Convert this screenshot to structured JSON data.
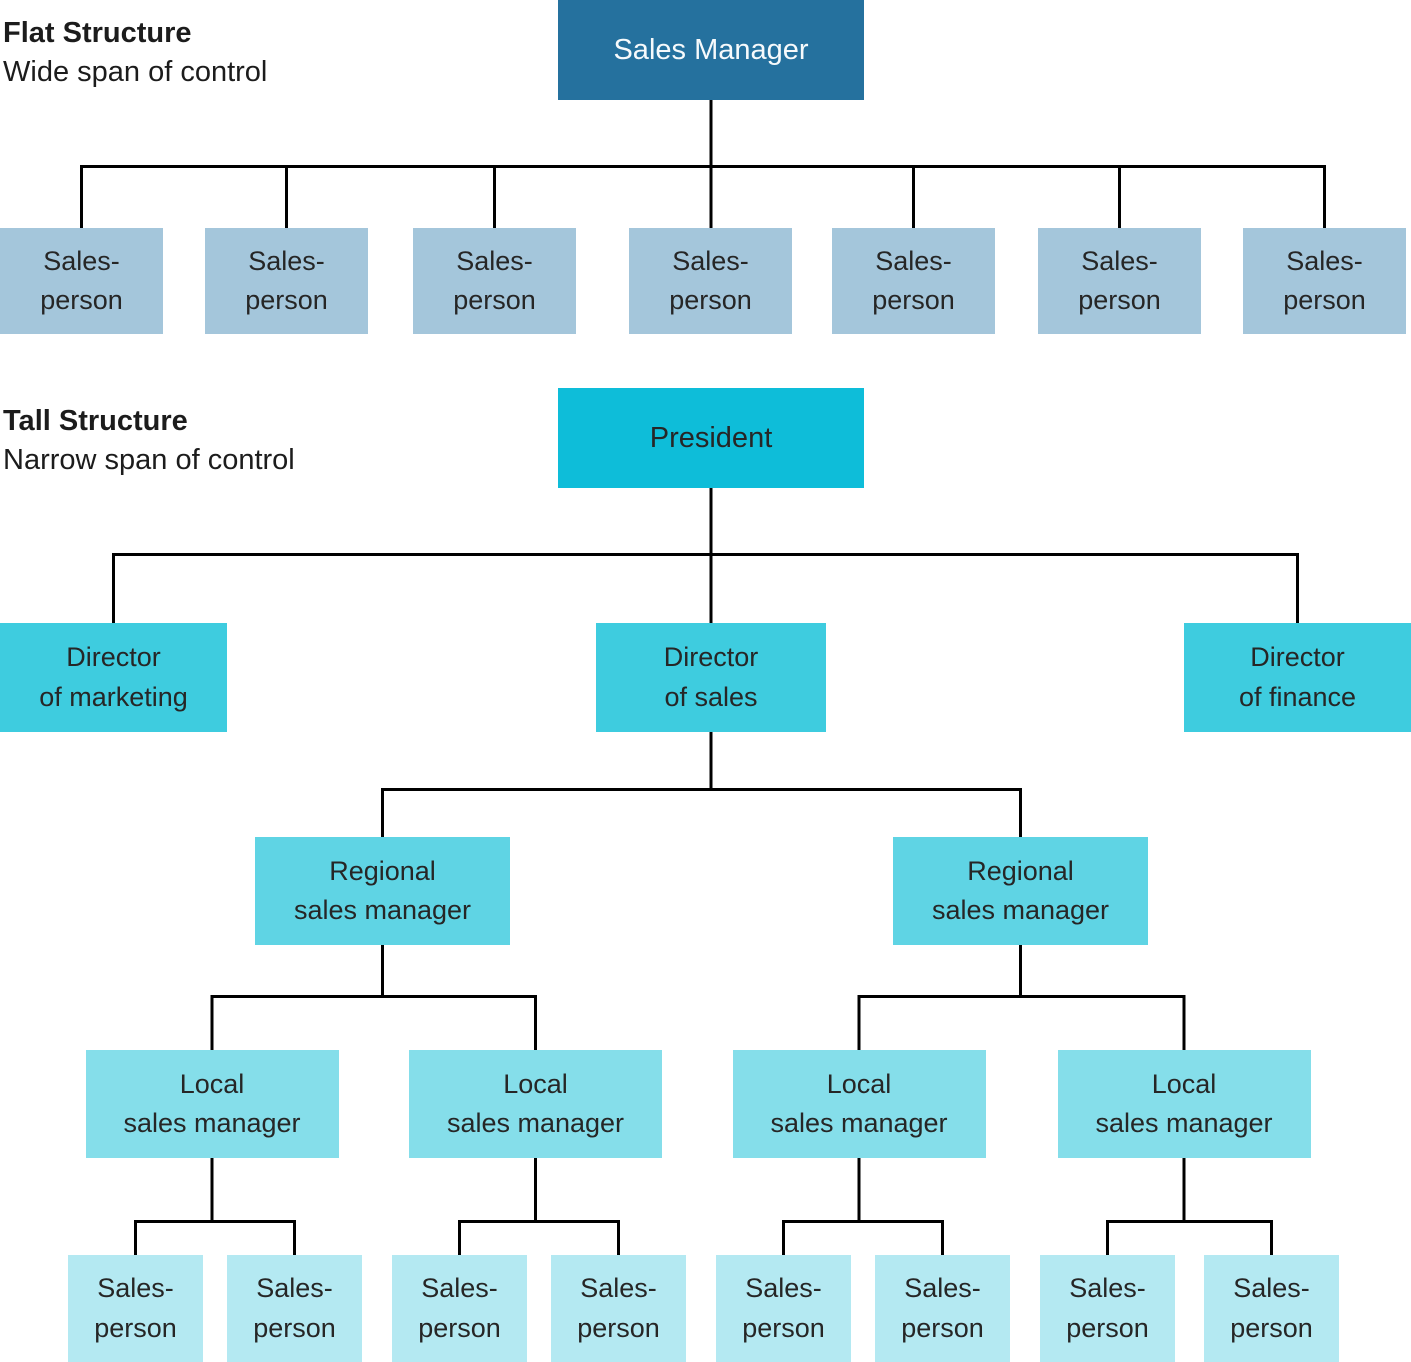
{
  "colors": {
    "flat_root_bg": "#25719E",
    "flat_root_text": "#FFFFFF",
    "flat_child_bg": "#A4C6DB",
    "president_bg": "#0EBDD9",
    "director_bg": "#3ECCDF",
    "regional_bg": "#5FD4E4",
    "local_bg": "#85DEEA",
    "salesperson_bg": "#B4E9F2",
    "box_text_dark": "#262626",
    "connector_line": "#000000"
  },
  "flat_structure": {
    "title": "Flat Structure",
    "subtitle": "Wide span of control",
    "root": {
      "label": "Sales Manager"
    },
    "children": [
      {
        "label": "Sales-\nperson"
      },
      {
        "label": "Sales-\nperson"
      },
      {
        "label": "Sales-\nperson"
      },
      {
        "label": "Sales-\nperson"
      },
      {
        "label": "Sales-\nperson"
      },
      {
        "label": "Sales-\nperson"
      },
      {
        "label": "Sales-\nperson"
      }
    ]
  },
  "tall_structure": {
    "title": "Tall Structure",
    "subtitle": "Narrow span of control",
    "root": {
      "label": "President"
    },
    "directors": [
      {
        "label": "Director\nof marketing"
      },
      {
        "label": "Director\nof sales"
      },
      {
        "label": "Director\nof finance"
      }
    ],
    "regional_managers": [
      {
        "label": "Regional\nsales manager"
      },
      {
        "label": "Regional\nsales manager"
      }
    ],
    "local_managers": [
      {
        "label": "Local\nsales manager"
      },
      {
        "label": "Local\nsales manager"
      },
      {
        "label": "Local\nsales manager"
      },
      {
        "label": "Local\nsales manager"
      }
    ],
    "salespersons": [
      {
        "label": "Sales-\nperson"
      },
      {
        "label": "Sales-\nperson"
      },
      {
        "label": "Sales-\nperson"
      },
      {
        "label": "Sales-\nperson"
      },
      {
        "label": "Sales-\nperson"
      },
      {
        "label": "Sales-\nperson"
      },
      {
        "label": "Sales-\nperson"
      },
      {
        "label": "Sales-\nperson"
      }
    ]
  }
}
